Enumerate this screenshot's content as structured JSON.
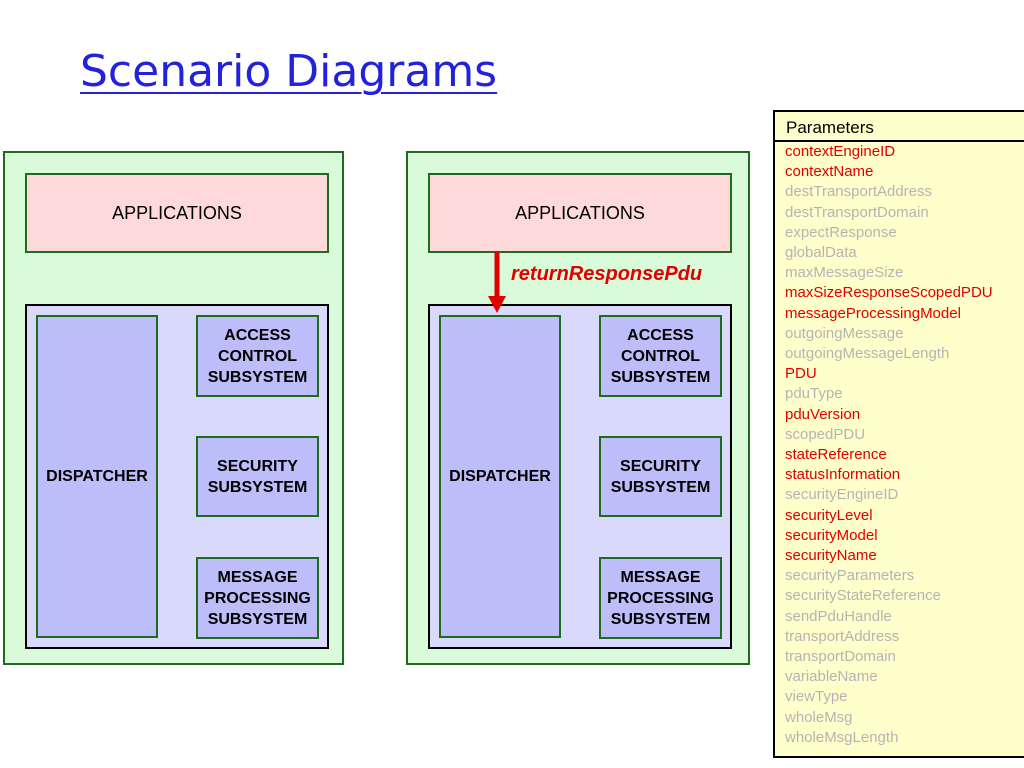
{
  "title": "Scenario Diagrams",
  "colors": {
    "active_param": "#e00000",
    "inactive_param": "#b4b4b4",
    "title": "#2222dd",
    "arrow": "#e00000"
  },
  "diagrams": [
    {
      "applications": "APPLICATIONS",
      "dispatcher": "DISPATCHER",
      "access_control": "ACCESS\nCONTROL\nSUBSYSTEM",
      "security": "SECURITY\nSUBSYSTEM",
      "message_processing": "MESSAGE\nPROCESSING\nSUBSYSTEM"
    },
    {
      "applications": "APPLICATIONS",
      "dispatcher": "DISPATCHER",
      "access_control": "ACCESS\nCONTROL\nSUBSYSTEM",
      "security": "SECURITY\nSUBSYSTEM",
      "message_processing": "MESSAGE\nPROCESSING\nSUBSYSTEM",
      "arrow_label": "returnResponsePdu"
    }
  ],
  "parameters": {
    "header": "Parameters",
    "items": [
      {
        "name": "contextEngineID",
        "active": true
      },
      {
        "name": "contextName",
        "active": true
      },
      {
        "name": "destTransportAddress",
        "active": false
      },
      {
        "name": "destTransportDomain",
        "active": false
      },
      {
        "name": "expectResponse",
        "active": false
      },
      {
        "name": "globalData",
        "active": false
      },
      {
        "name": "maxMessageSize",
        "active": false
      },
      {
        "name": "maxSizeResponseScopedPDU",
        "active": true
      },
      {
        "name": "messageProcessingModel",
        "active": true
      },
      {
        "name": "outgoingMessage",
        "active": false
      },
      {
        "name": "outgoingMessageLength",
        "active": false
      },
      {
        "name": "PDU",
        "active": true
      },
      {
        "name": "pduType",
        "active": false
      },
      {
        "name": "pduVersion",
        "active": true
      },
      {
        "name": "scopedPDU",
        "active": false
      },
      {
        "name": "stateReference",
        "active": true
      },
      {
        "name": "statusInformation",
        "active": true
      },
      {
        "name": "securityEngineID",
        "active": false
      },
      {
        "name": "securityLevel",
        "active": true
      },
      {
        "name": "securityModel",
        "active": true
      },
      {
        "name": "securityName",
        "active": true
      },
      {
        "name": "securityParameters",
        "active": false
      },
      {
        "name": "securityStateReference",
        "active": false
      },
      {
        "name": "sendPduHandle",
        "active": false
      },
      {
        "name": "transportAddress",
        "active": false
      },
      {
        "name": "transportDomain",
        "active": false
      },
      {
        "name": "variableName",
        "active": false
      },
      {
        "name": "viewType",
        "active": false
      },
      {
        "name": "wholeMsg",
        "active": false
      },
      {
        "name": "wholeMsgLength",
        "active": false
      }
    ]
  }
}
